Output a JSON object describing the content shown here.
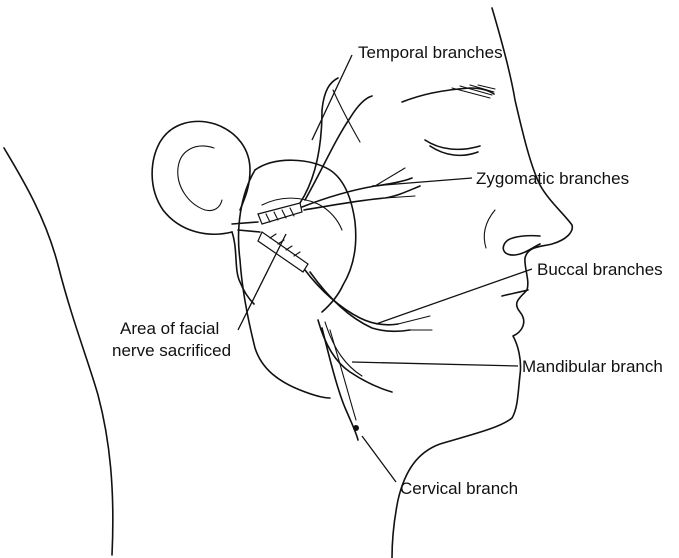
{
  "labels": {
    "temporal": "Temporal branches",
    "zygomatic": "Zygomatic branches",
    "buccal": "Buccal branches",
    "mandibular": "Mandibular branch",
    "cervical": "Cervical branch",
    "area_line1": "Area of facial",
    "area_line2": "nerve sacrificed"
  }
}
